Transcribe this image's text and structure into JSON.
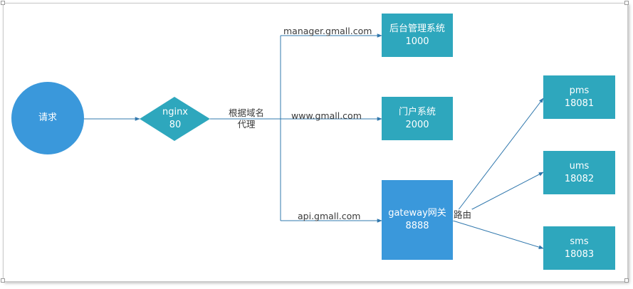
{
  "nodes": {
    "request": {
      "label": "请求"
    },
    "nginx": {
      "name": "nginx",
      "port": "80"
    },
    "admin": {
      "name": "后台管理系统",
      "port": "1000"
    },
    "portal": {
      "name": "门户系统",
      "port": "2000"
    },
    "gateway": {
      "name": "gateway网关",
      "port": "8888"
    },
    "pms": {
      "name": "pms",
      "port": "18081"
    },
    "ums": {
      "name": "ums",
      "port": "18082"
    },
    "sms": {
      "name": "sms",
      "port": "18083"
    }
  },
  "edge_labels": {
    "proxy_line1": "根据域名",
    "proxy_line2": "代理",
    "manager_domain": "manager.gmall.com",
    "www_domain": "www.gmall.com",
    "api_domain": "api.gmall.com",
    "routing": "路由"
  },
  "colors": {
    "teal": "#2ea7bd",
    "blue": "#3a98db",
    "arrow": "#3178ad"
  }
}
